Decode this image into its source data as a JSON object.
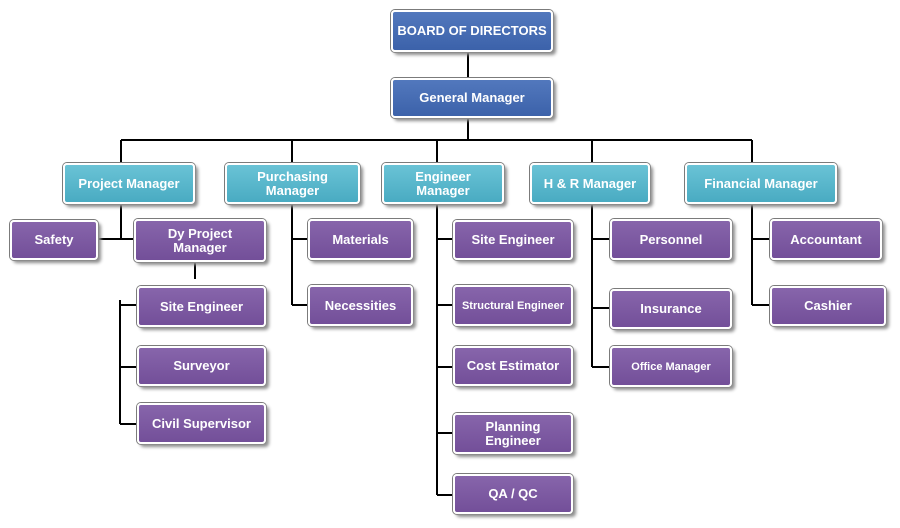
{
  "colors": {
    "top": "#3e64ac",
    "manager": "#4bafc5",
    "staff": "#76539c",
    "connector": "#000000"
  },
  "board": "BOARD OF DIRECTORS",
  "general_manager": "General Manager",
  "departments": {
    "project": {
      "manager": "Project Manager",
      "safety": "Safety",
      "deputy": "Dy Project Manager",
      "deputy_reports": [
        "Site Engineer",
        "Surveyor",
        "Civil Supervisor"
      ]
    },
    "purchasing": {
      "manager": "Purchasing Manager",
      "reports": [
        "Materials",
        "Necessities"
      ]
    },
    "engineer": {
      "manager": "Engineer Manager",
      "reports": [
        "Site Engineer",
        "Structural Engineer",
        "Cost Estimator",
        "Planning Engineer",
        "QA / QC"
      ]
    },
    "hr": {
      "manager": "H & R Manager",
      "reports": [
        "Personnel",
        "Insurance",
        "Office Manager"
      ]
    },
    "financial": {
      "manager": "Financial Manager",
      "reports": [
        "Accountant",
        "Cashier"
      ]
    }
  }
}
